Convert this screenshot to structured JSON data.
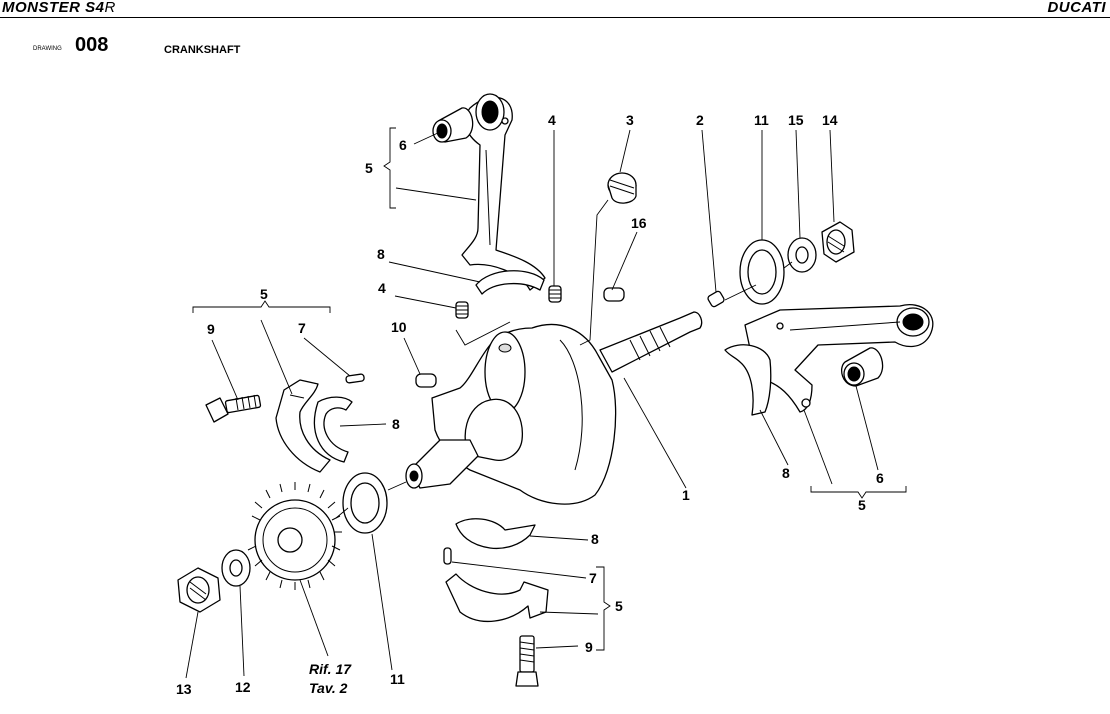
{
  "header": {
    "model_main": "MONSTER S4",
    "model_suffix": "R",
    "brand": "DUCATI"
  },
  "drawing": {
    "label": "DRAWING",
    "number": "008",
    "title": "CRANKSHAFT"
  },
  "callouts": {
    "n1": "1",
    "n2": "2",
    "n3": "3",
    "n4a": "4",
    "n4b": "4",
    "n5a": "5",
    "n5b": "5",
    "n5c": "5",
    "n5d": "5",
    "n6a": "6",
    "n6b": "6",
    "n7a": "7",
    "n7b": "7",
    "n8a": "8",
    "n8b": "8",
    "n8c": "8",
    "n8d": "8",
    "n9a": "9",
    "n9b": "9",
    "n10": "10",
    "n11a": "11",
    "n11b": "11",
    "n12": "12",
    "n13": "13",
    "n14": "14",
    "n15": "15",
    "n16": "16"
  },
  "reference": {
    "line1": "Rif. 17",
    "line2": "Tav. 2"
  }
}
